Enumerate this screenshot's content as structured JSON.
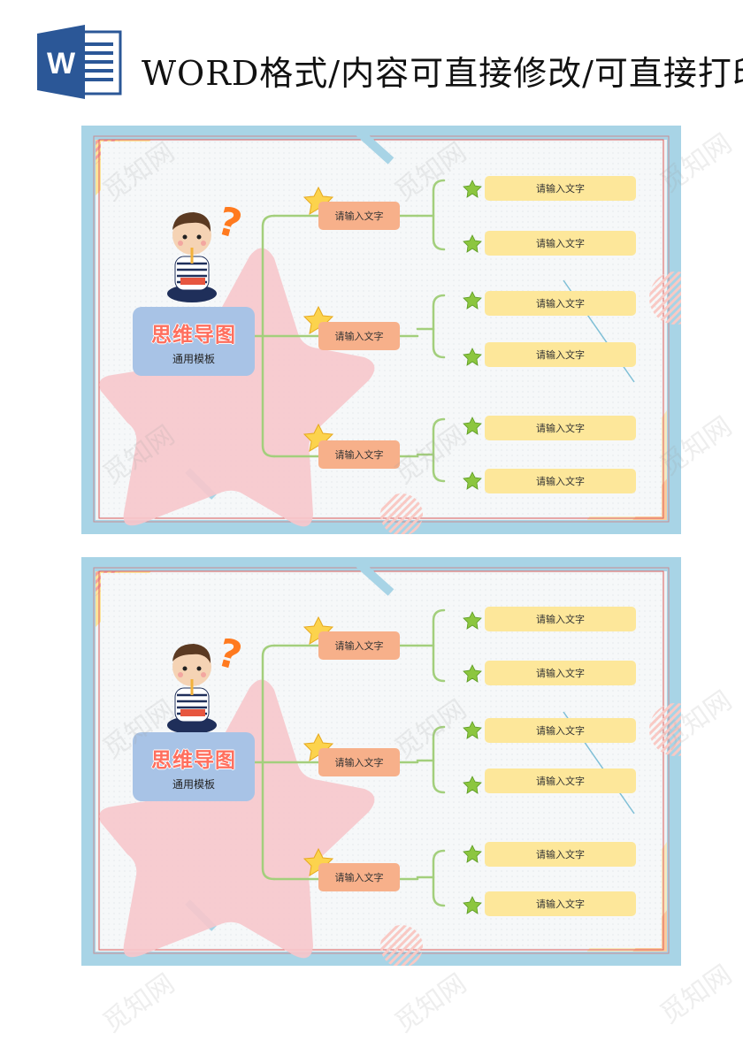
{
  "header": {
    "title": "WORD格式/内容可直接修改/可直接打印",
    "icon": "word-doc-icon",
    "icon_letter": "W"
  },
  "colors": {
    "word_blue": "#2b5797",
    "center_box": "#a8c3e6",
    "center_title": "#ff6f5e",
    "mid_node": "#f7b08a",
    "leaf_node": "#fde79a",
    "connector": "#a3cf7c",
    "frame_blue": "#a8d4e6",
    "frame_pink": "#f7a9a0",
    "frame_yellow": "#fbe39a"
  },
  "cards": [
    {
      "center": {
        "title": "思维导图",
        "subtitle": "通用模板"
      },
      "branches": [
        {
          "label": "请输入文字",
          "leaves": [
            "请输入文字",
            "请输入文字"
          ]
        },
        {
          "label": "请输入文字",
          "leaves": [
            "请输入文字",
            "请输入文字"
          ]
        },
        {
          "label": "请输入文字",
          "leaves": [
            "请输入文字",
            "请输入文字"
          ]
        }
      ]
    },
    {
      "center": {
        "title": "思维导图",
        "subtitle": "通用模板"
      },
      "branches": [
        {
          "label": "请输入文字",
          "leaves": [
            "请输入文字",
            "请输入文字"
          ]
        },
        {
          "label": "请输入文字",
          "leaves": [
            "请输入文字",
            "请输入文字"
          ]
        },
        {
          "label": "请输入文字",
          "leaves": [
            "请输入文字",
            "请输入文字"
          ]
        }
      ]
    }
  ],
  "watermark": "觅知网"
}
